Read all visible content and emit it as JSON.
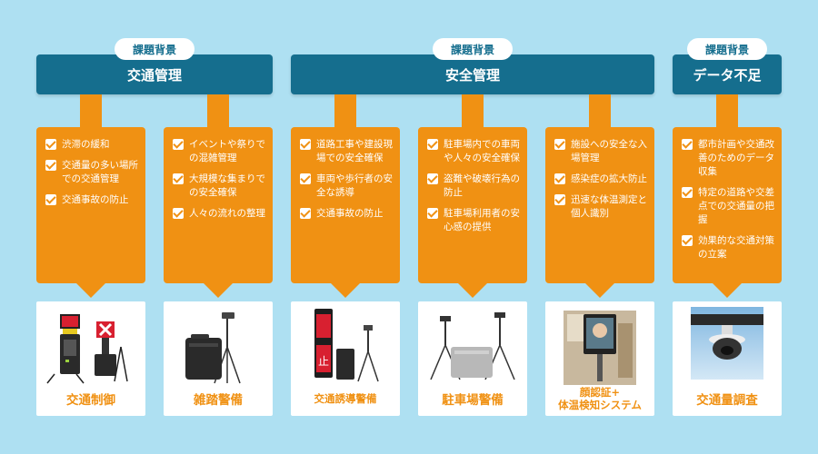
{
  "groups": [
    {
      "tag": "課題背景",
      "title": "交通管理"
    },
    {
      "tag": "課題背景",
      "title": "安全管理"
    },
    {
      "tag": "課題背景",
      "title": "データ不足"
    }
  ],
  "columns": [
    {
      "items": [
        "渋滞の緩和",
        "交通量の多い場所での交通管理",
        "交通事故の防止"
      ],
      "product": "交通制御",
      "image": "traffic-control-sign-icon"
    },
    {
      "items": [
        "イベントや祭りでの混雑管理",
        "大規模な集まりでの安全確保",
        "人々の流れの整理"
      ],
      "product": "雑踏警備",
      "image": "camera-tripod-case-icon"
    },
    {
      "items": [
        "道路工事や建設現場での安全確保",
        "車両や歩行者の安全な誘導",
        "交通事故の防止"
      ],
      "product": "交通誘導警備",
      "image": "guidance-sign-icon"
    },
    {
      "items": [
        "駐車場内での車両や人々の安全確保",
        "盗難や破壊行為の防止",
        "駐車場利用者の安心感の提供"
      ],
      "product": "駐車場警備",
      "image": "dual-camera-tripod-icon"
    },
    {
      "items": [
        "施設への安全な入場管理",
        "感染症の拡大防止",
        "迅速な体温測定と個人識別"
      ],
      "product": "顔認証+\n体温検知システム",
      "image": "face-recognition-terminal-icon"
    },
    {
      "items": [
        "都市計画や交通改善のためのデータ収集",
        "特定の道路や交差点での交通量の把握",
        "効果的な交通対策の立案"
      ],
      "product": "交通量調査",
      "image": "dome-camera-icon"
    }
  ],
  "colors": {
    "background": "#aee0f2",
    "header": "#156e8e",
    "accent": "#f09113"
  }
}
